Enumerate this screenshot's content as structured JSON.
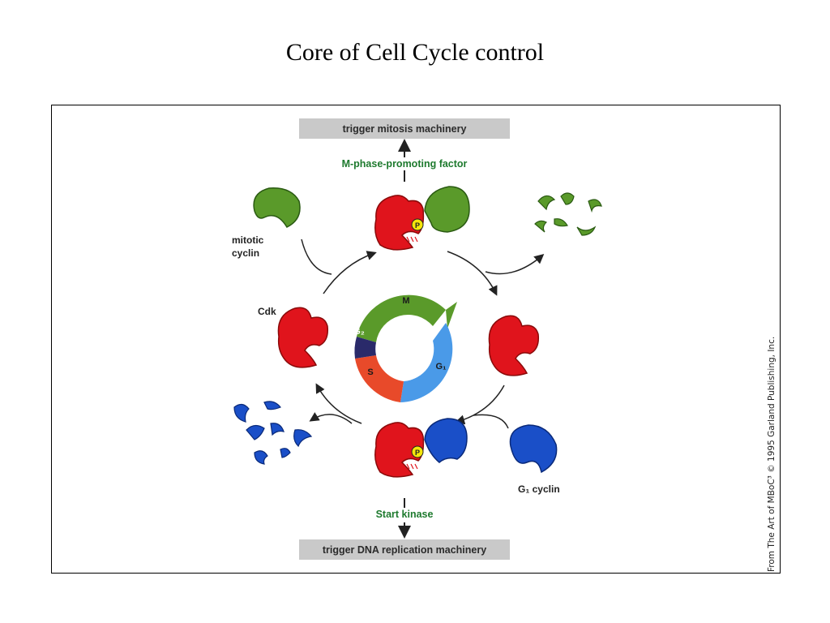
{
  "slide": {
    "title": "Core of Cell Cycle control"
  },
  "diagram": {
    "top_banner": "trigger mitosis machinery",
    "bottom_banner": "trigger DNA replication machinery",
    "mpf_label": "M-phase-promoting factor",
    "start_kinase_label": "Start kinase",
    "mitotic_cyclin_label_1": "mitotic",
    "mitotic_cyclin_label_2": "cyclin",
    "cdk_label": "Cdk",
    "g1_cyclin_label": "G₁ cyclin",
    "phosphate_label": "P",
    "phases": {
      "m": "M",
      "g1": "G₁",
      "s": "S",
      "g2": "G₂"
    },
    "colors": {
      "cdk_red": "#e0141c",
      "mitotic_cyclin_green": "#5a9a2a",
      "g1_cyclin_blue": "#1a4fc8",
      "m_phase": "#5a9a2a",
      "g1_phase": "#4a9ae8",
      "s_phase": "#e84a2a",
      "g2_phase": "#2a2a6a",
      "banner_gray": "#c9c9c9",
      "label_green": "#1e7a2e"
    },
    "credit": "From The Art of MBoC³ © 1995 Garland Publishing, Inc."
  }
}
